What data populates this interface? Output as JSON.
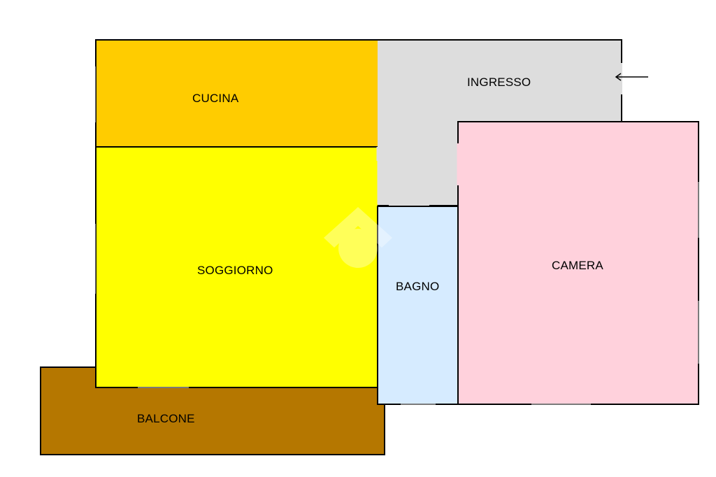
{
  "floor_plan": {
    "rooms": [
      {
        "id": "cucina",
        "label": "CUCINA",
        "color": "#FFCC00"
      },
      {
        "id": "soggiorno",
        "label": "SOGGIORNO",
        "color": "#FFFF00"
      },
      {
        "id": "ingresso",
        "label": "INGRESSO",
        "color": "#DDDDDD"
      },
      {
        "id": "bagno",
        "label": "BAGNO",
        "color": "#D6EBFF"
      },
      {
        "id": "camera",
        "label": "CAMERA",
        "color": "#FFD1DC"
      },
      {
        "id": "balcone",
        "label": "BALCONE",
        "color": "#B57700"
      }
    ],
    "entrance_arrow": "arrow-left-icon",
    "watermark": "logo-watermark-icon"
  }
}
